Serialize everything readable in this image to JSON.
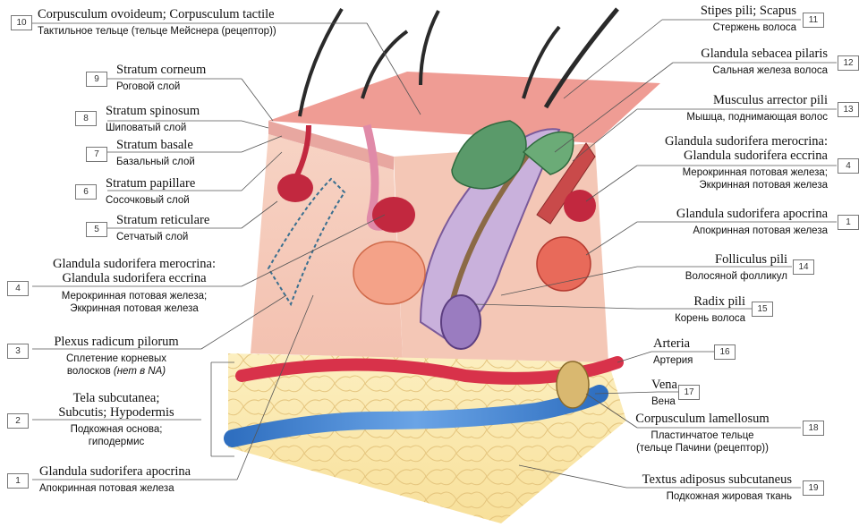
{
  "labels": [
    {
      "num": "10",
      "latin": "Corpusculum ovoideum; Corpusculum tactile",
      "russian": "Тактильное тельце (тельце Мейснера (рецептор))"
    },
    {
      "num": "9",
      "latin": "Stratum corneum",
      "russian": "Роговой слой"
    },
    {
      "num": "8",
      "latin": "Stratum spinosum",
      "russian": "Шиповатый слой"
    },
    {
      "num": "7",
      "latin": "Stratum basale",
      "russian": "Базальный слой"
    },
    {
      "num": "6",
      "latin": "Stratum papillare",
      "russian": "Сосочковый слой"
    },
    {
      "num": "5",
      "latin": "Stratum reticulare",
      "russian": "Сетчатый слой"
    },
    {
      "num": "4",
      "latin_1": "Glandula sudorifera merocrina:",
      "latin_2": "Glandula sudorifera eccrina",
      "russian_1": "Мерокринная потовая железа;",
      "russian_2": "Эккринная потовая железа"
    },
    {
      "num": "3",
      "latin": "Plexus radicum pilorum",
      "russian_1": "Сплетение корневых",
      "russian_2": "волосков",
      "russian_note": "(нет в NA)"
    },
    {
      "num": "2",
      "latin_1": "Tela subcutanea;",
      "latin_2": "Subcutis; Hypodermis",
      "russian_1": "Подкожная основа;",
      "russian_2": "гиподермис"
    },
    {
      "num": "1",
      "latin": "Glandula sudorifera apocrina",
      "russian": "Апокринная потовая железа"
    },
    {
      "num": "11",
      "latin": "Stipes pili; Scapus",
      "russian": "Стержень волоса"
    },
    {
      "num": "12",
      "latin": "Glandula sebacea pilaris",
      "russian": "Сальная железа волоса"
    },
    {
      "num": "13",
      "latin": "Musculus arrector pili",
      "russian": "Мышца, поднимающая волос"
    },
    {
      "num": "4",
      "latin_1": "Glandula sudorifera merocrina:",
      "latin_2": "Glandula sudorifera eccrina",
      "russian_1": "Мерокринная потовая железа;",
      "russian_2": "Эккринная потовая железа"
    },
    {
      "num": "1",
      "latin": "Glandula sudorifera apocrina",
      "russian": "Апокринная потовая железа"
    },
    {
      "num": "14",
      "latin": "Folliculus pili",
      "russian": "Волосяной фолликул"
    },
    {
      "num": "15",
      "latin": "Radix pili",
      "russian": "Корень волоса"
    },
    {
      "num": "16",
      "latin": "Arteria",
      "russian": "Артерия"
    },
    {
      "num": "17",
      "latin": "Vena",
      "russian": "Вена"
    },
    {
      "num": "18",
      "latin": "Corpusculum lamellosum",
      "russian_1": "Пластинчатое тельце",
      "russian_2": "(тельце Пачини (рецептор))"
    },
    {
      "num": "19",
      "latin": "Textus adiposus subcutaneus",
      "russian": "Подкожная жировая ткань"
    }
  ],
  "colors": {
    "epidermis": "#f2b8b0",
    "dermis": "#f6cdbf",
    "subcutis": "#fbe6a8",
    "artery": "#d8324a",
    "vein": "#3b7fd0",
    "gland_green": "#5a9a6a",
    "follicle_purple": "#a98bc4",
    "sweat_gland_red": "#c2283f",
    "apocrine_orange": "#f08a6a"
  }
}
